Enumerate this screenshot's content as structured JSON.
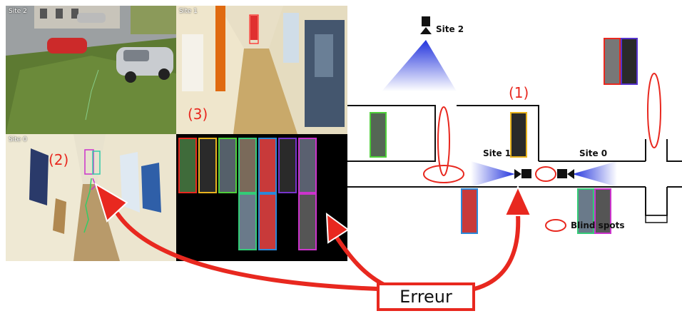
{
  "cameras": {
    "site2": {
      "label": "Site 2"
    },
    "site1": {
      "label": "Site 1"
    },
    "site0": {
      "label": "Site 0"
    }
  },
  "markers": {
    "one": "(1)",
    "two": "(2)",
    "three": "(3)"
  },
  "map": {
    "site2": "Site 2",
    "site1": "Site 1",
    "site0": "Site 0",
    "spots": "Blind spots"
  },
  "error_label": "Erreur",
  "colors": {
    "error": "#e8281f",
    "camera_cone": "#2233dd"
  }
}
